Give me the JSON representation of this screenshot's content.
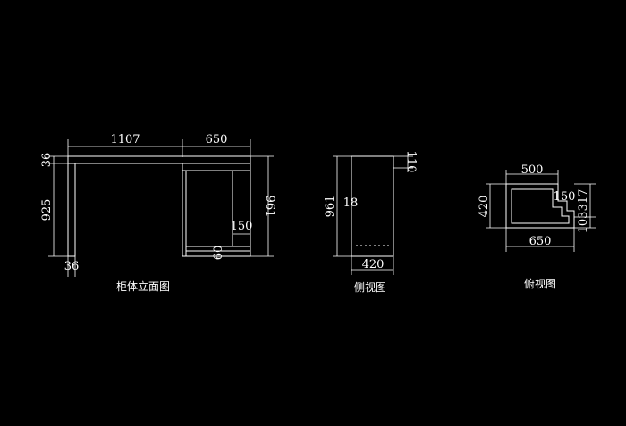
{
  "views": {
    "front": {
      "caption": "柜体立面图",
      "dims": {
        "top_left": "1107",
        "top_right": "650",
        "side_top": "36",
        "height_left": "925",
        "bottom": "36",
        "height_right": "961",
        "shelf": "150",
        "base": "60"
      }
    },
    "side": {
      "caption": "侧视图",
      "dims": {
        "height": "961",
        "inner": "18",
        "top": "110",
        "width": "420"
      }
    },
    "top": {
      "caption": "俯视图",
      "dims": {
        "top": "500",
        "depth": "420",
        "notch": "150",
        "right_upper": "317",
        "right_lower": "103",
        "bottom": "650"
      }
    }
  },
  "colors": {
    "background": "#000000",
    "lines": "#ffffff"
  }
}
